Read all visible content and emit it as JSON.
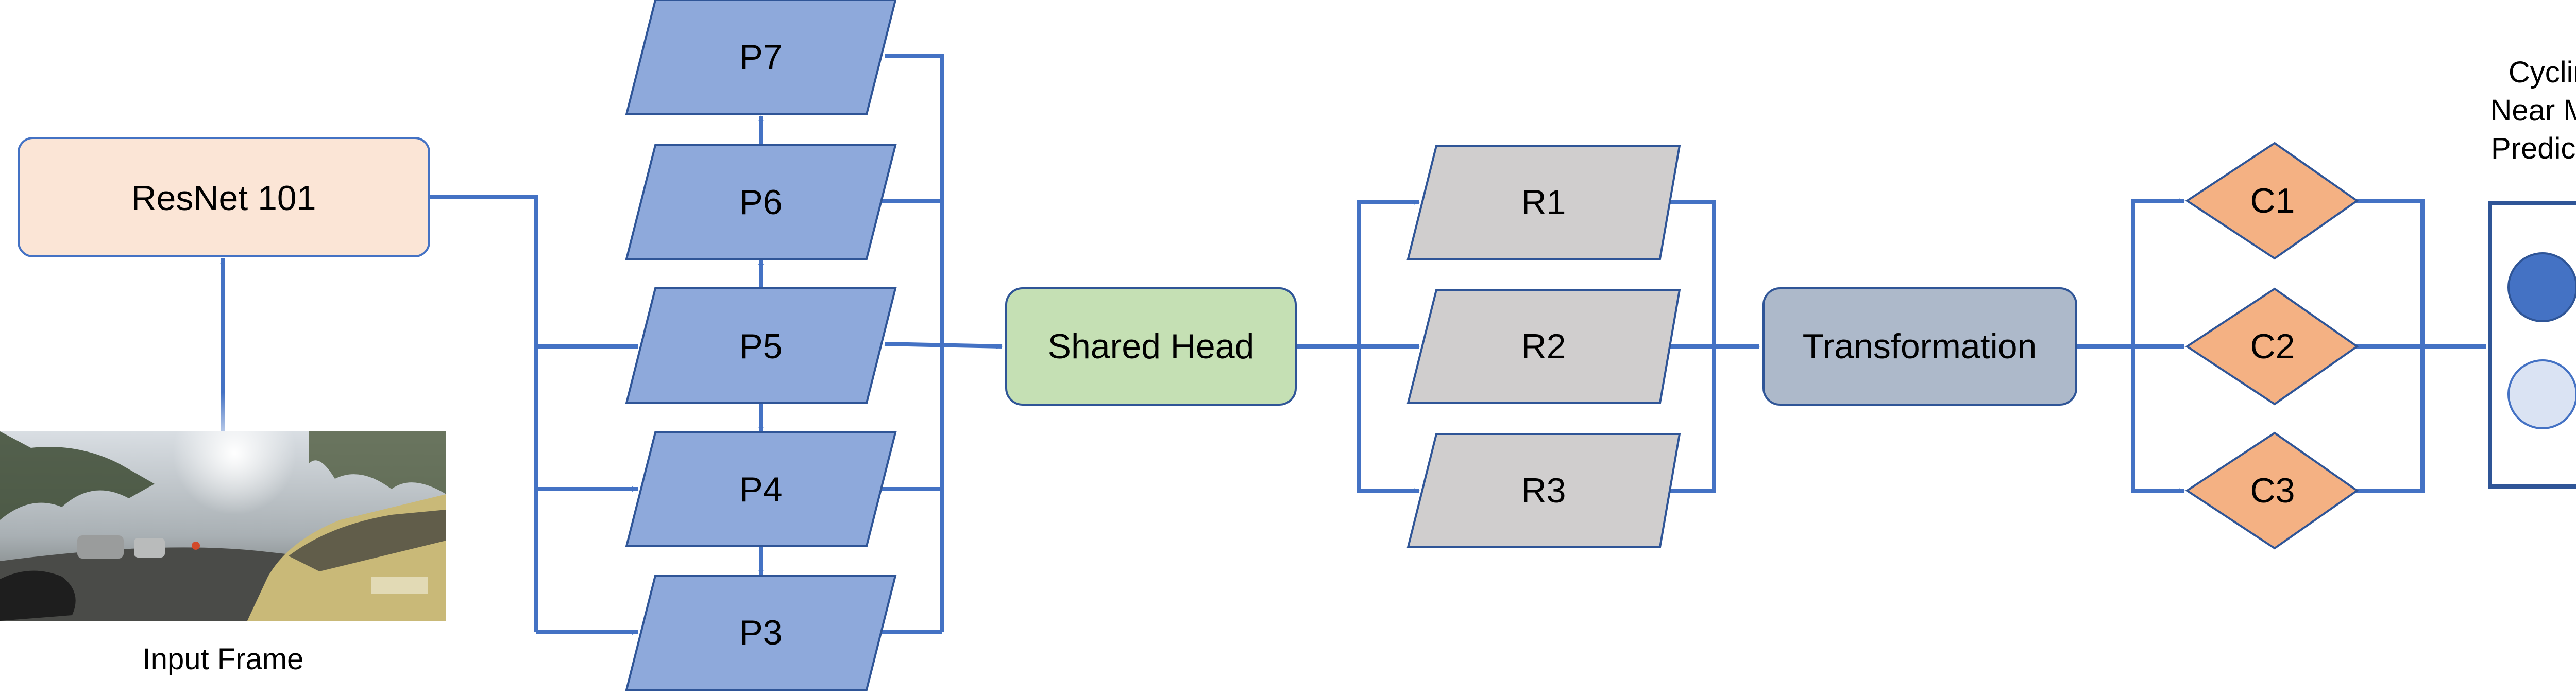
{
  "colors": {
    "arrow": "#4472C4",
    "resnet_fill": "#FBE5D6",
    "fpn_fill": "#8EA9DB",
    "head_fill": "#C5E0B4",
    "region_fill": "#D0CECE",
    "transform_fill": "#ADB9CA",
    "classifier_fill": "#F4B183",
    "output_filled": "#4472C4",
    "output_empty": "#DAE3F3"
  },
  "input": {
    "caption": "Input Frame",
    "image": "street-scene-photo"
  },
  "backbone": {
    "label": "ResNet 101"
  },
  "pyramid": {
    "p7": "P7",
    "p6": "P6",
    "p5": "P5",
    "p4": "P4",
    "p3": "P3"
  },
  "head": {
    "label": "Shared Head"
  },
  "regions": {
    "r1": "R1",
    "r2": "R2",
    "r3": "R3"
  },
  "transform": {
    "label": "Transformation"
  },
  "classifiers": {
    "c1": "C1",
    "c2": "C2",
    "c3": "C3"
  },
  "output": {
    "title_line1": "Cycling",
    "title_line2": "Near Miss",
    "title_line3": "Prediction",
    "states": [
      "filled",
      "empty"
    ]
  }
}
